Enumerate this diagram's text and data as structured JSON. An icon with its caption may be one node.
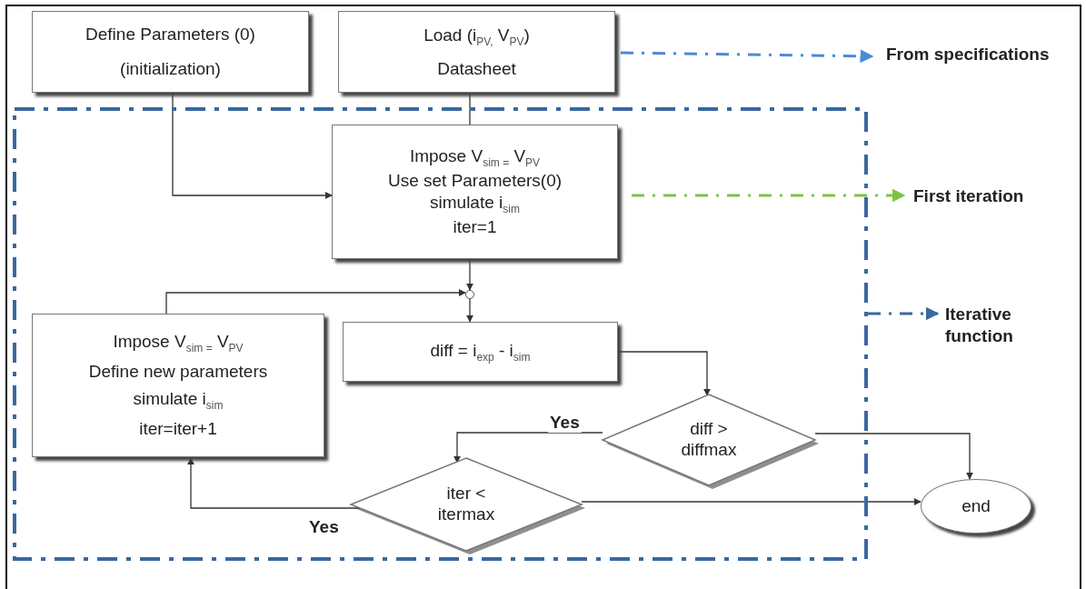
{
  "diagram": {
    "nodes": [
      {
        "text": [
          "Define Parameters (0)",
          "(initialization)"
        ]
      },
      {
        "text": [
          "Load (i$_{PV,}$ V$_{PV}$)",
          "Datasheet"
        ]
      },
      {
        "text": [],
        "shape": "box"
      },
      {
        "text": [
          "Impose V$_{sim =}$ V$_{PV}$",
          "Use set Parameters(0)",
          "simulate i$_{sim}$",
          "iter=1"
        ],
        "in": 2
      },
      {
        "text": [],
        "shape": "circle",
        "in": 2
      },
      {
        "text": [
          "Impose V$_{sim =}$ V$_{PV}$",
          "Define new parameters",
          "simulate i$_{sim}$",
          "iter=iter+1"
        ],
        "in": 2
      },
      {
        "text": [
          "diff = i$_{exp}$ - i$_{sim}$"
        ],
        "in": 2
      },
      {
        "text": [
          "diff > diffmax"
        ],
        "in": 2
      },
      {
        "text": [
          "iter < itermax"
        ],
        "in": 2
      },
      {
        "text": [
          "end"
        ]
      },
      {
        "text": [
          "From specifications"
        ]
      },
      {
        "text": [
          "First iteration"
        ]
      },
      {
        "text": [
          "Iterative function"
        ]
      }
    ],
    "edges": [
      {
        "from": 0,
        "to": 3,
        "arrow": "to"
      },
      {
        "from": 1,
        "to": 3,
        "arrow": "none"
      },
      {
        "from": 3,
        "to": 4,
        "arrow": "to"
      },
      {
        "from": 5,
        "to": 4,
        "arrow": "to"
      },
      {
        "from": 4,
        "to": 6,
        "arrow": "to"
      },
      {
        "from": 6,
        "to": 7,
        "arrow": "to"
      },
      {
        "from": 7,
        "to": 8,
        "arrow": "to",
        "label": "Yes"
      },
      {
        "from": 7,
        "to": 9,
        "arrow": "to"
      },
      {
        "from": 8,
        "to": 5,
        "arrow": "to",
        "label": "Yes"
      },
      {
        "from": 8,
        "to": 9,
        "arrow": "to"
      },
      {
        "from": 1,
        "to": 10,
        "arrow": "to",
        "style": "dashed",
        "color": "#4a8ad8"
      },
      {
        "from": 3,
        "to": 11,
        "arrow": "to",
        "style": "dashed",
        "color": "#7cc444"
      },
      {
        "from": 2,
        "to": 12,
        "arrow": "to",
        "style": "dashed",
        "color": "#3a68a0"
      }
    ]
  }
}
